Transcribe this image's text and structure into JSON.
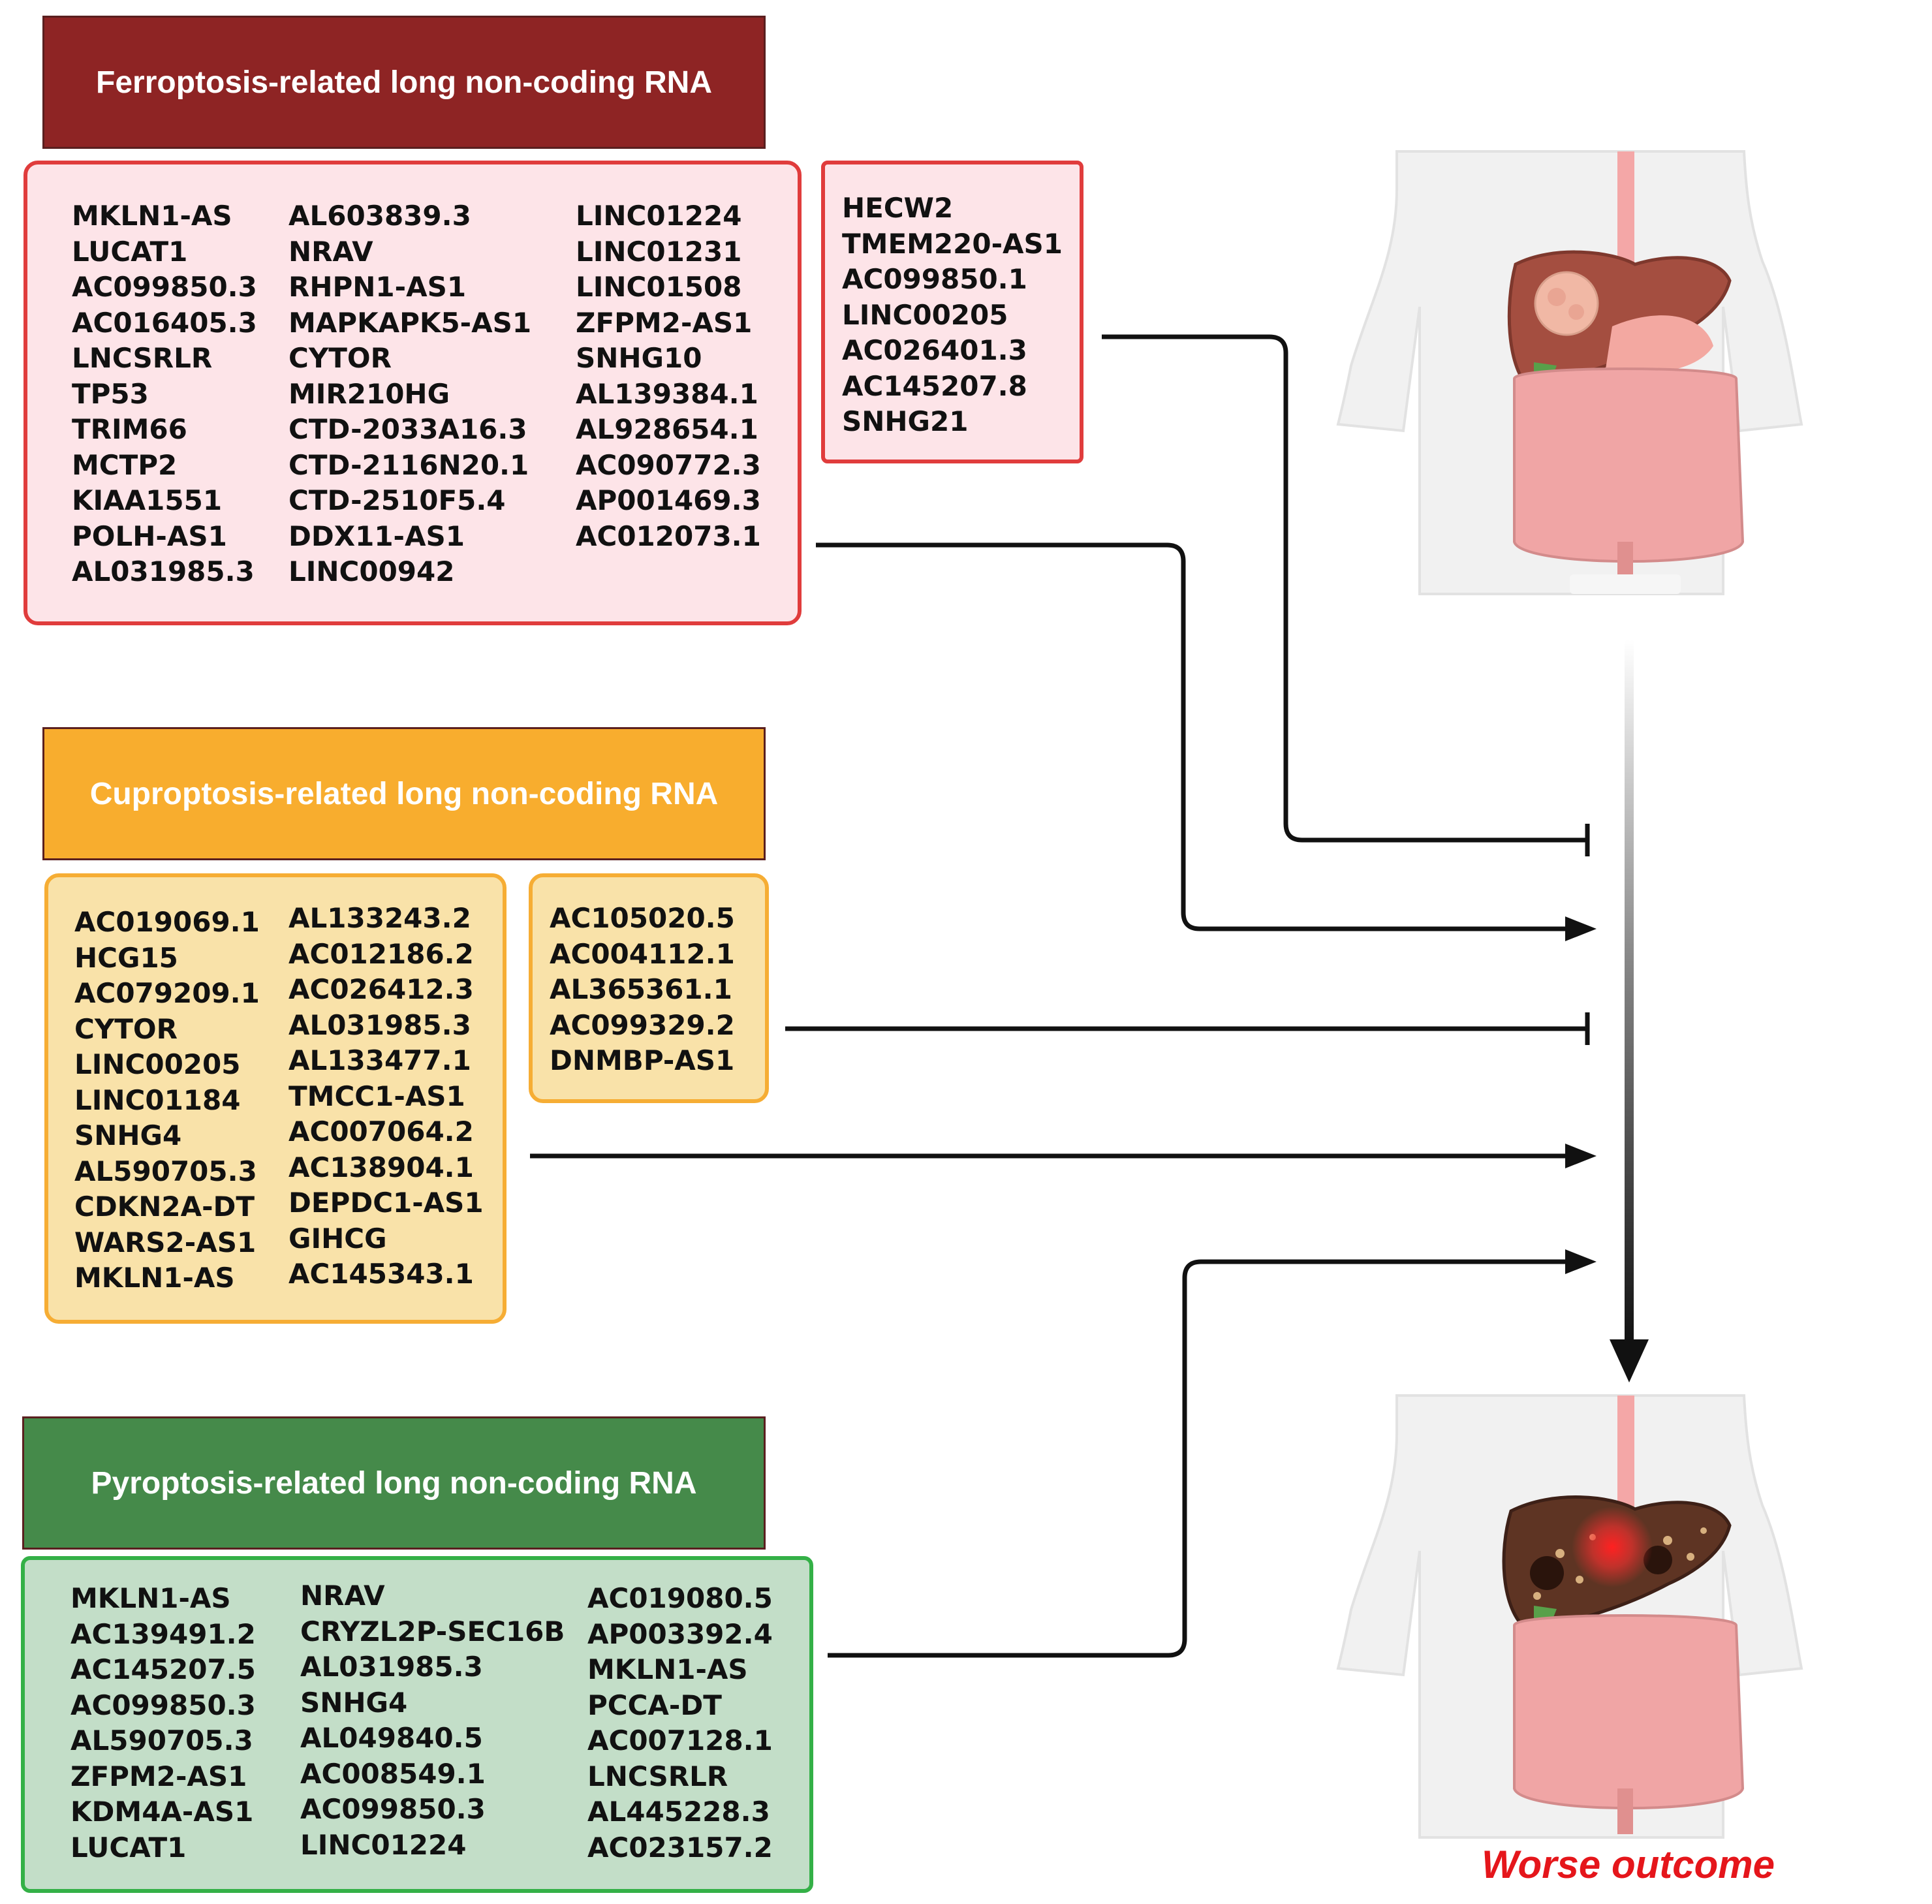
{
  "colors": {
    "ferroptosis": {
      "header": "#8e2424",
      "box_fill": "#fde4e8",
      "box_border": "#e03c3c"
    },
    "cuproptosis": {
      "header": "#f8ad2e",
      "box_fill": "#f9e2a9",
      "box_border": "#f6ad34"
    },
    "pyroptosis": {
      "header": "#458a4a",
      "box_fill": "#c3dec8",
      "box_border": "#34b047"
    },
    "outcome_text": "#e5161b",
    "connector": "#111111"
  },
  "ferroptosis": {
    "header": "Ferroptosis-related long non-coding RNA",
    "main_columns": [
      [
        "MKLN1-AS",
        "LUCAT1",
        "AC099850.3",
        "AC016405.3",
        "LNCSRLR",
        "TP53",
        "TRIM66",
        "MCTP2",
        "KIAA1551",
        "POLH-AS1",
        "AL031985.3"
      ],
      [
        "AL603839.3",
        "NRAV",
        "RHPN1-AS1",
        "MAPKAPK5-AS1",
        "CYTOR",
        "MIR210HG",
        "CTD-2033A16.3",
        "CTD-2116N20.1",
        "CTD-2510F5.4",
        "DDX11-AS1",
        "LINC00942"
      ],
      [
        "LINC01224",
        "LINC01231",
        "LINC01508",
        "ZFPM2-AS1",
        "SNHG10",
        "AL139384.1",
        "AL928654.1",
        "AC090772.3",
        "AP001469.3",
        "AC012073.1"
      ]
    ],
    "side_column": [
      "HECW2",
      "TMEM220-AS1",
      "AC099850.1",
      "LINC00205",
      "AC026401.3",
      "AC145207.8",
      "SNHG21"
    ]
  },
  "cuproptosis": {
    "header": "Cuproptosis-related long non-coding RNA",
    "main_columns": [
      [
        "AC019069.1",
        "HCG15",
        "AC079209.1",
        "CYTOR",
        "LINC00205",
        "LINC01184",
        "SNHG4",
        "AL590705.3",
        "CDKN2A-DT",
        "WARS2-AS1",
        "MKLN1-AS"
      ],
      [
        "AL133243.2",
        "AC012186.2",
        "AC026412.3",
        "AL031985.3",
        "AL133477.1",
        "TMCC1-AS1",
        "AC007064.2",
        "AC138904.1",
        "DEPDC1-AS1",
        "GIHCG",
        "AC145343.1"
      ]
    ],
    "side_column": [
      "AC105020.5",
      "AC004112.1",
      "AL365361.1",
      "AC099329.2",
      "DNMBP-AS1"
    ]
  },
  "pyroptosis": {
    "header": "Pyroptosis-related long non-coding RNA",
    "main_columns": [
      [
        "MKLN1-AS",
        "AC139491.2",
        "AC145207.5",
        "AC099850.3",
        "AL590705.3",
        "ZFPM2-AS1",
        "KDM4A-AS1",
        "LUCAT1"
      ],
      [
        "NRAV",
        "CRYZL2P-SEC16B",
        "AL031985.3",
        "SNHG4",
        "AL049840.5",
        "AC008549.1",
        "AC099850.3",
        "LINC01224"
      ],
      [
        "AC019080.5",
        "AP003392.4",
        "MKLN1-AS",
        "PCCA-DT",
        "AC007128.1",
        "LNCSRLR",
        "AL445228.3",
        "AC023157.2"
      ]
    ]
  },
  "outcome": "Worse outcome",
  "icons": [
    "healthy-body-icon",
    "diseased-body-icon"
  ]
}
